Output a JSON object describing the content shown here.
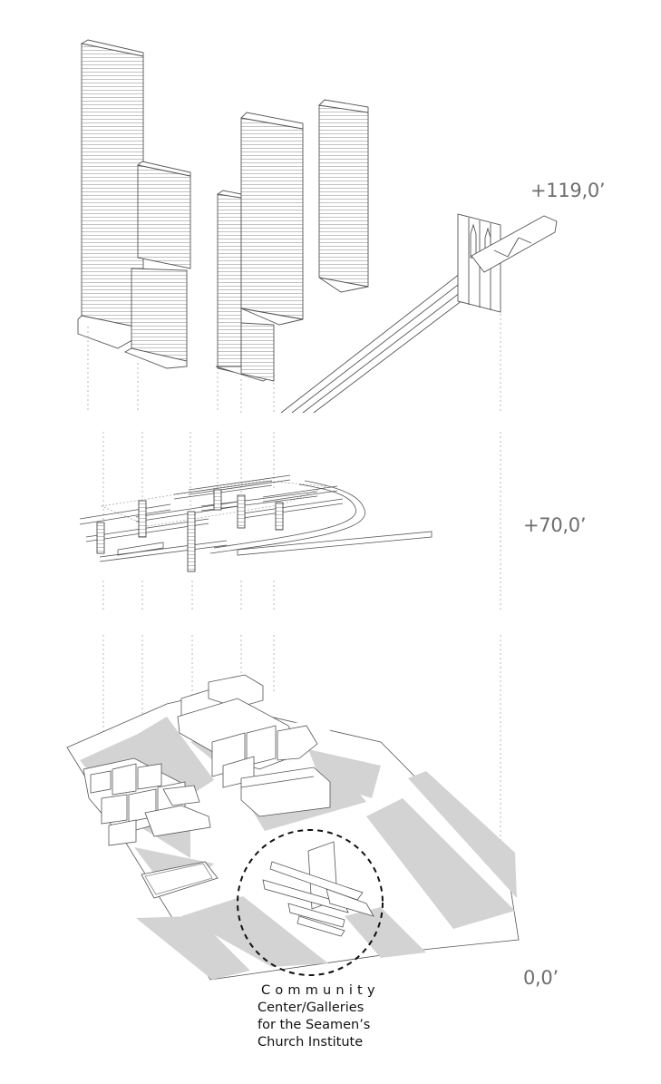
{
  "levels": {
    "top": "+119,0’",
    "middle": "+70,0’",
    "ground": "0,0’"
  },
  "caption": {
    "line1": "Community",
    "line2": "Center/Galleries",
    "line3": "for the Seamen’s",
    "line4": "Church Institute"
  },
  "colors": {
    "line": "#555555",
    "fill_gray": "#d3d3d3",
    "label": "#6e6e6e"
  }
}
